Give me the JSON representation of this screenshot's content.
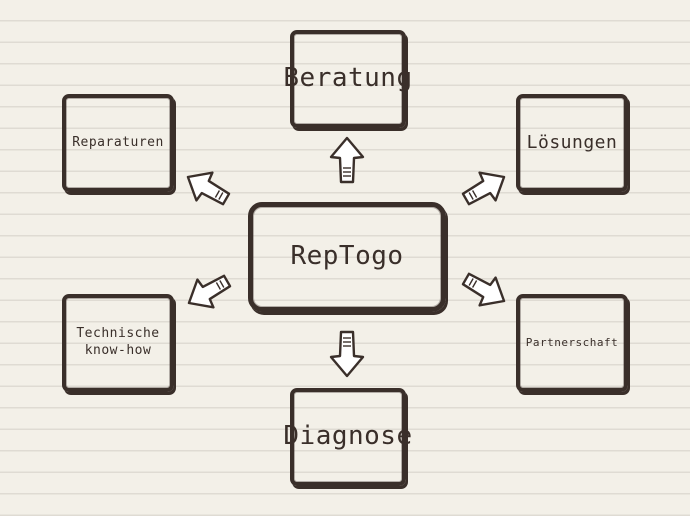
{
  "diagram": {
    "center": {
      "label": "RepTogo"
    },
    "nodes": {
      "top": {
        "label": "Beratung"
      },
      "top_left": {
        "label": "Reparaturen"
      },
      "top_right": {
        "label": "Lösungen"
      },
      "bottom_left": {
        "label": "Technische\nknow-how"
      },
      "bottom_right": {
        "label": "Partnerschaft"
      },
      "bottom": {
        "label": "Diagnose"
      }
    },
    "colors": {
      "ink": "#3a2f2a",
      "paper": "#f3f0e8",
      "arrow_fill": "#ffffff"
    }
  }
}
